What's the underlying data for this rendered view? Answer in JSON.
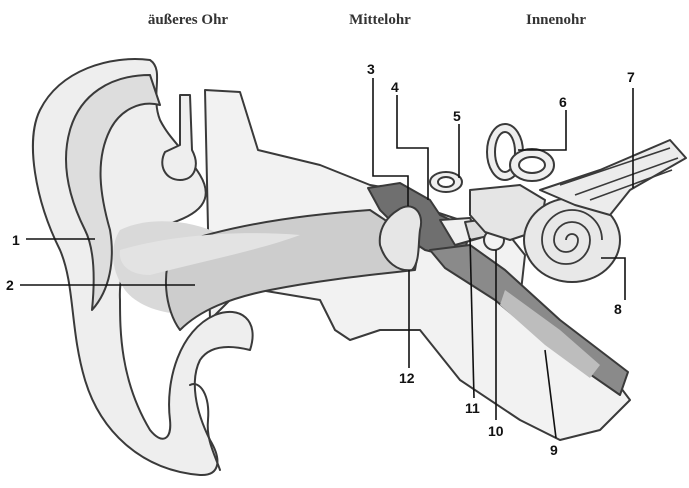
{
  "headers": {
    "outer": "äußeres Ohr",
    "middle": "Mittelohr",
    "inner": "Innenohr"
  },
  "labels": [
    "1",
    "2",
    "3",
    "4",
    "5",
    "6",
    "7",
    "8",
    "9",
    "10",
    "11",
    "12"
  ],
  "colors": {
    "skin_light": "#efefef",
    "skin_mid": "#dcdcdc",
    "canal": "#c9c9c9",
    "dark": "#6e6e6e",
    "outline": "#3a3a3a"
  }
}
